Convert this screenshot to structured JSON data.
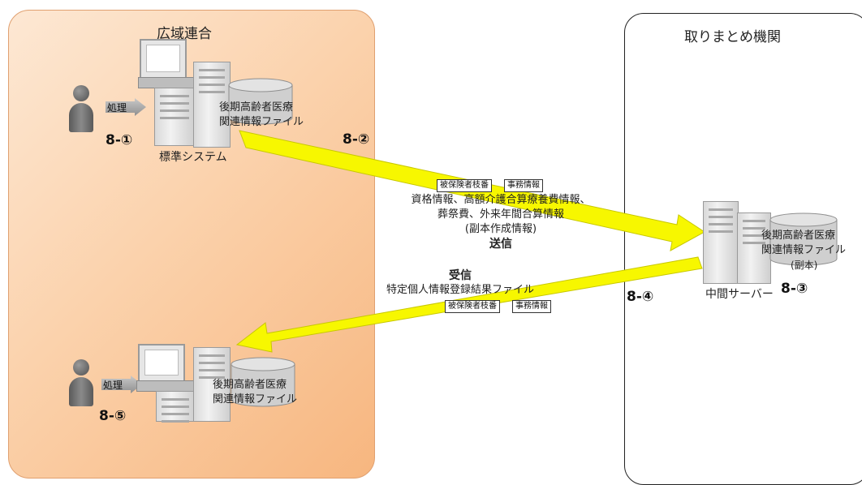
{
  "panels": {
    "left_title": "広域連合",
    "right_title": "取りまとめ機関"
  },
  "left_top": {
    "process_label": "処理",
    "db_label_line1": "後期高齢者医療",
    "db_label_line2": "関連情報ファイル",
    "system_label": "標準システム",
    "step_1": "8-①",
    "step_2": "8-②"
  },
  "right_server": {
    "db_label_line1": "後期高齢者医療",
    "db_label_line2": "関連情報ファイル",
    "db_label_line3": "(副本)",
    "server_label": "中間サーバー",
    "step_3": "8-③",
    "step_4": "8-④"
  },
  "send_flow": {
    "tag_1": "被保険者枝番",
    "tag_2": "事務情報",
    "line_1": "資格情報、高額介護合算療養費情報、",
    "line_2": "葬祭費、外来年間合算情報",
    "line_3": "(副本作成情報)",
    "action": "送信"
  },
  "receive_flow": {
    "action": "受信",
    "line_1": "特定個人情報登録結果ファイル",
    "tag_1": "被保険者枝番",
    "tag_2": "事務情報"
  },
  "left_bottom": {
    "process_label": "処理",
    "db_label_line1": "後期高齢者医療",
    "db_label_line2": "関連情報ファイル",
    "step_5": "8-⑤"
  },
  "colors": {
    "panel_gradient_light": "#fde8d4",
    "panel_gradient_dark": "#f7b67f",
    "flow_arrow": "#f7f700",
    "flow_arrow_outline": "#c8c800"
  }
}
